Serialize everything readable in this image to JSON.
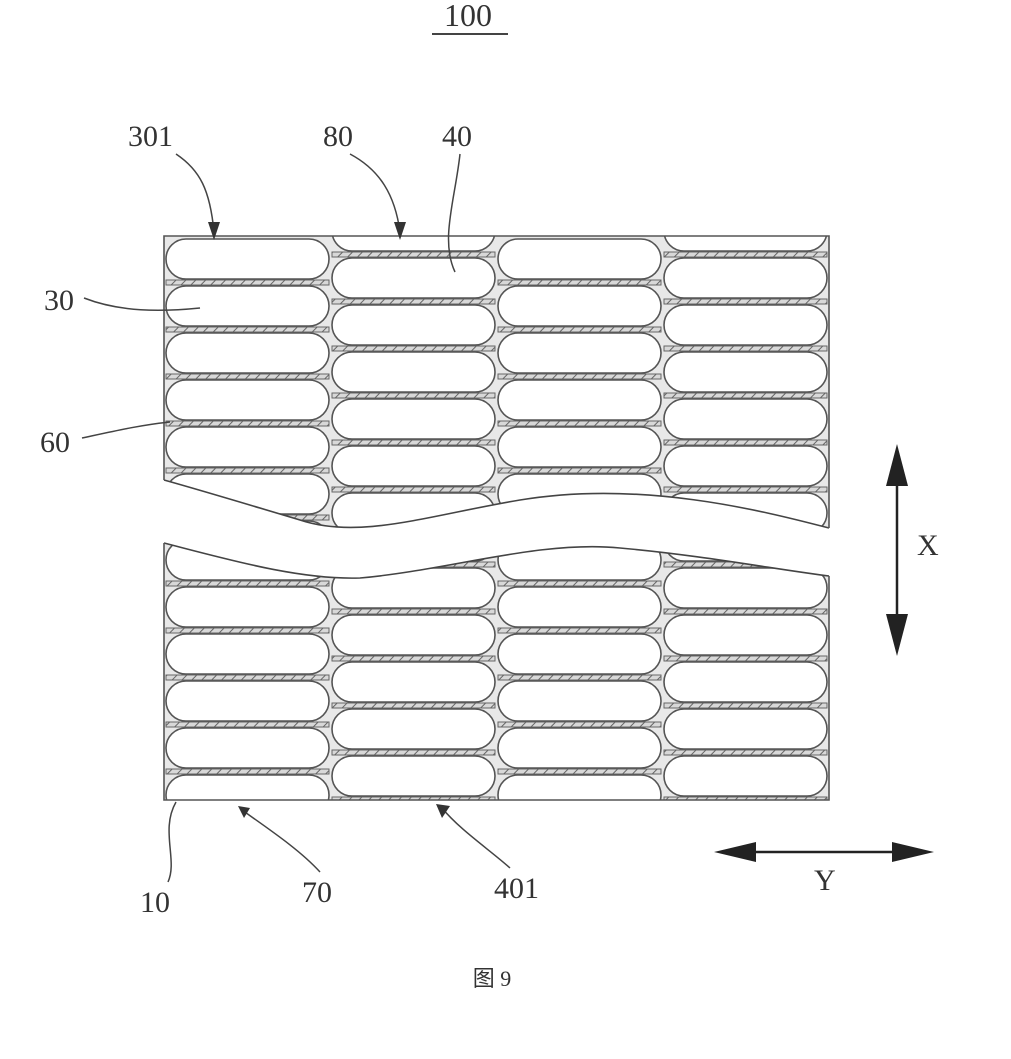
{
  "figure": {
    "number": "100",
    "caption": "图 9",
    "labels": {
      "l301": "301",
      "l80": "80",
      "l40": "40",
      "l30": "30",
      "l60": "60",
      "l10": "10",
      "l70": "70",
      "l401": "401"
    },
    "axes": {
      "x": "X",
      "y": "Y"
    }
  }
}
